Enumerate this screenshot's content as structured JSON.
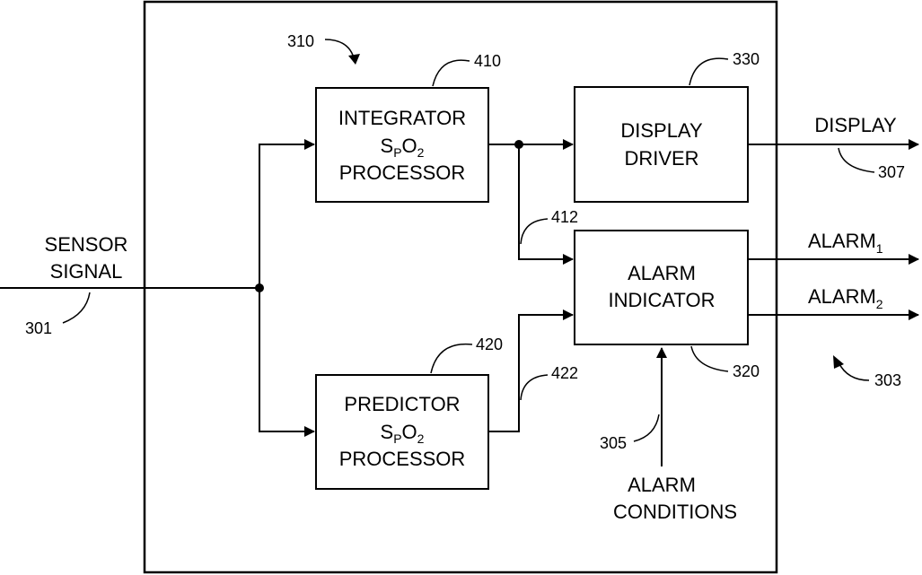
{
  "blocks": {
    "integrator": {
      "line1": "INTEGRATOR",
      "s": "S",
      "p": "P",
      "o": "O",
      "two": "2",
      "line3": "PROCESSOR"
    },
    "predictor": {
      "line1": "PREDICTOR",
      "s": "S",
      "p": "P",
      "o": "O",
      "two": "2",
      "line3": "PROCESSOR"
    },
    "display_driver": {
      "line1": "DISPLAY",
      "line2": "DRIVER"
    },
    "alarm_indicator": {
      "line1": "ALARM",
      "line2": "INDICATOR"
    }
  },
  "signals": {
    "sensor_line1": "SENSOR",
    "sensor_line2": "SIGNAL",
    "display_out": "DISPLAY",
    "alarm1": "ALARM",
    "alarm1_sub": "1",
    "alarm2": "ALARM",
    "alarm2_sub": "2",
    "alarm_conditions_line1": "ALARM",
    "alarm_conditions_line2": "CONDITIONS"
  },
  "refs": {
    "r301": "301",
    "r303": "303",
    "r305": "305",
    "r307": "307",
    "r310": "310",
    "r320": "320",
    "r330": "330",
    "r410": "410",
    "r412": "412",
    "r420": "420",
    "r422": "422"
  }
}
